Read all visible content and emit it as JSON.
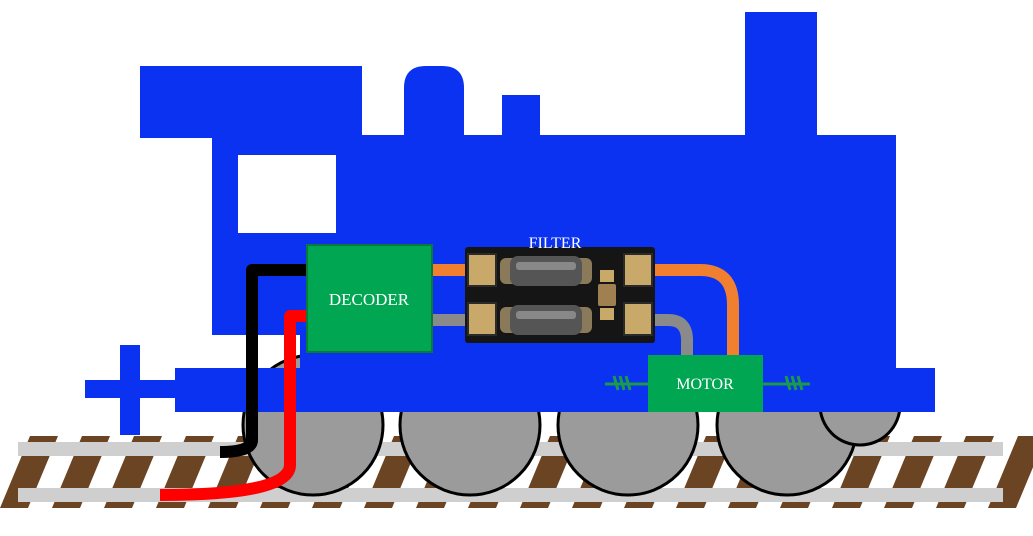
{
  "labels": {
    "filter": "FILTER",
    "decoder": "DECODER",
    "motor": "MOTOR"
  },
  "colors": {
    "loco_body": "#0a32f0",
    "module_green": "#00a651",
    "wheel_gray": "#9b9b9b",
    "rail_gray": "#cfcfcf",
    "tie_brown": "#6b4423",
    "wire_black": "#000000",
    "wire_red": "#ff0000",
    "wire_orange": "#f08030",
    "wire_gray": "#8a8a8a",
    "filter_board": "#151515",
    "pad_tan": "#c8a96a"
  }
}
